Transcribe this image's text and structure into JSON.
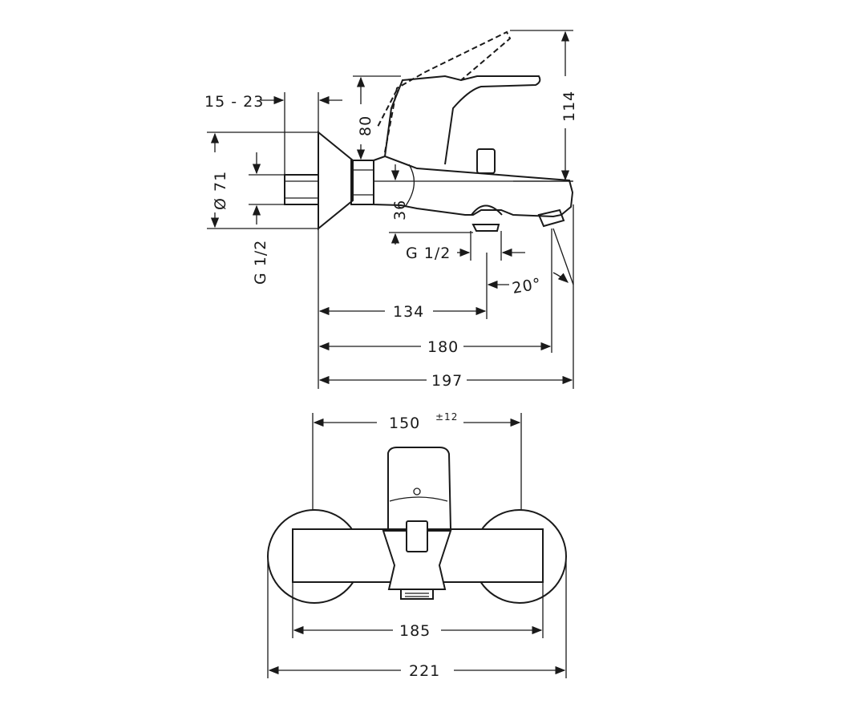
{
  "side_view": {
    "dim_wall_offset": "15 - 23",
    "dim_lever_height": "80",
    "dim_total_height": "114",
    "dim_plate_diameter": "Ø 71",
    "dim_inlet_thread": "G 1/2",
    "dim_spout_height": "36",
    "dim_outlet_thread": "G 1/2",
    "dim_angle": "20°",
    "dim_134": "134",
    "dim_180": "180",
    "dim_197": "197"
  },
  "front_view": {
    "dim_centers": "150",
    "dim_centers_tolerance": "±12",
    "dim_185": "185",
    "dim_221": "221"
  },
  "colors": {
    "line": "#1a1a1a",
    "background": "#ffffff"
  }
}
